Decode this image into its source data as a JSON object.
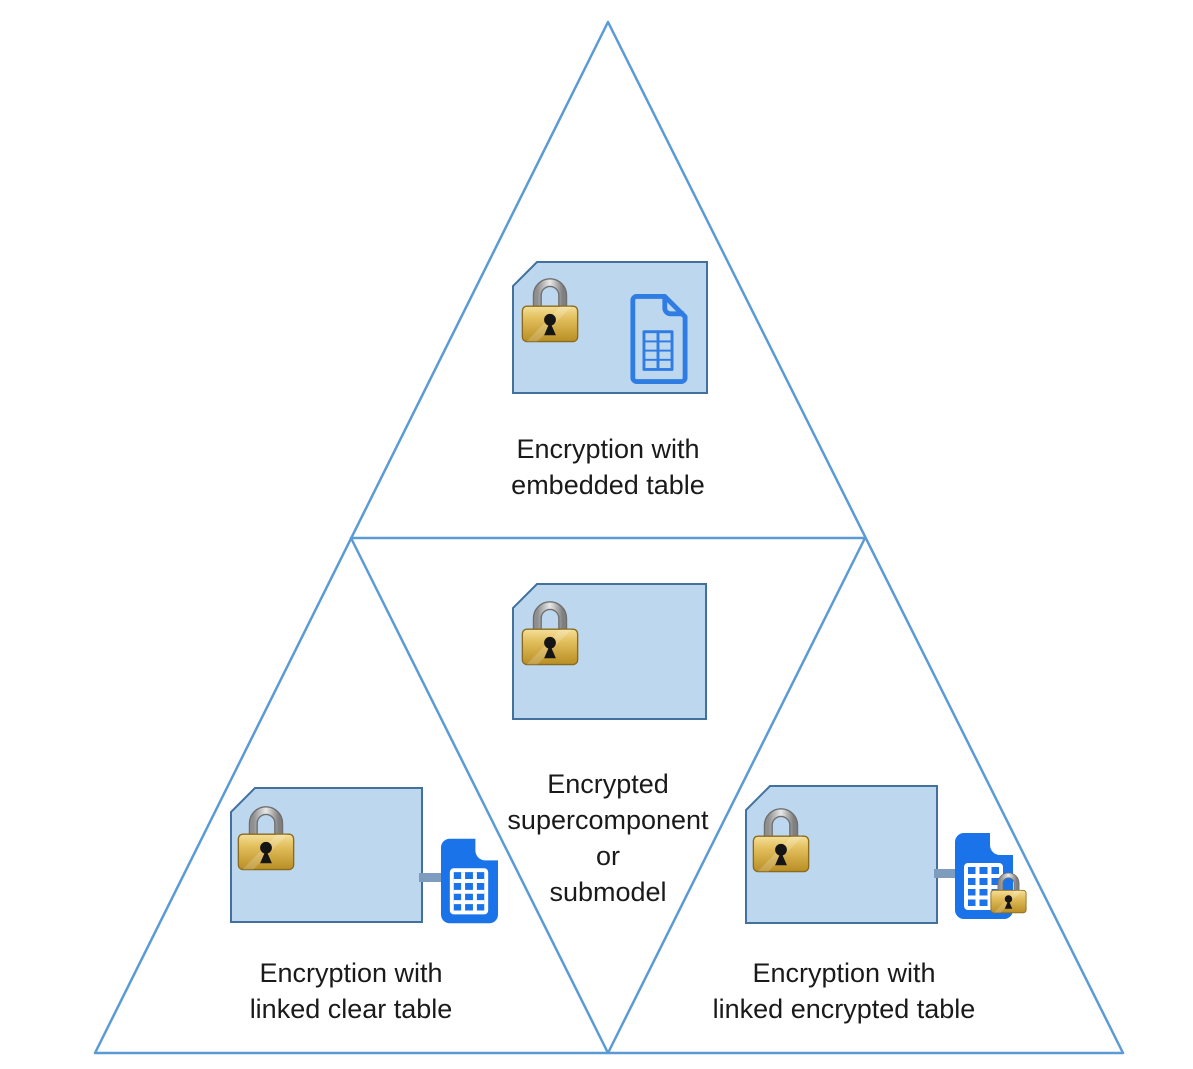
{
  "colors": {
    "canvas_bg": "#FFFFFF",
    "triangle_stroke": "#5B9BD5",
    "box_fill": "#BDD7EE",
    "box_border": "#41719C",
    "doc_outline_blue": "#2F7CE3",
    "doc_solid_blue": "#1A73E8",
    "connector_blue": "#7E9CBD",
    "lock_gold": "#D9B54C",
    "lock_gold_dark": "#8A6A1F",
    "lock_shackle_silver": "#C9C9C9",
    "text_color": "#1A1A1A"
  },
  "sections": {
    "top": {
      "label": "Encryption with\nembedded table",
      "icons": [
        "lock-icon",
        "embedded-table-document-icon"
      ]
    },
    "center": {
      "label": "Encrypted\nsupercomponent\nor\nsubmodel",
      "icons": [
        "lock-icon"
      ]
    },
    "bottom_left": {
      "label": "Encryption with\nlinked clear table",
      "icons": [
        "lock-icon",
        "linked-clear-table-icon"
      ]
    },
    "bottom_right": {
      "label": "Encryption with\nlinked encrypted table",
      "icons": [
        "lock-icon",
        "linked-encrypted-table-icon",
        "lock-icon"
      ]
    }
  }
}
